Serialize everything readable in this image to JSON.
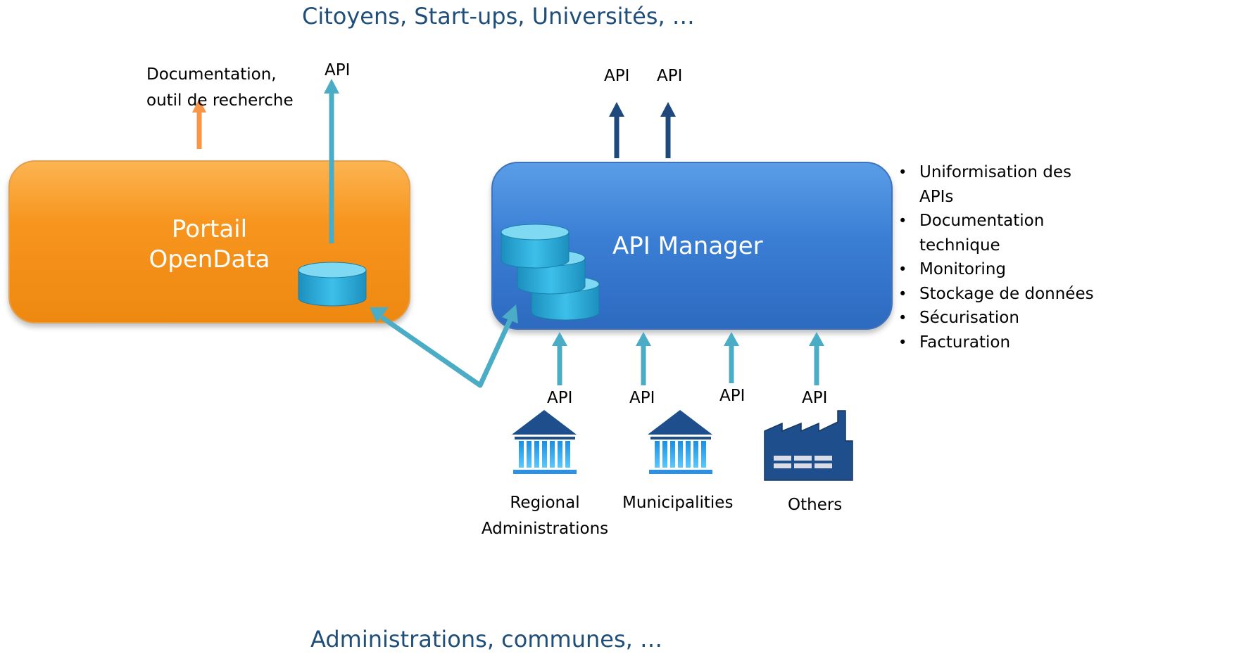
{
  "diagram": {
    "top_title": "Citoyens, Start-ups, Universités, …",
    "bottom_title": "Administrations, communes, …",
    "portal": {
      "label_line1": "Portail",
      "label_line2": "OpenData",
      "doc_label_line1": "Documentation,",
      "doc_label_line2": "outil de recherche",
      "api_label": "API"
    },
    "manager": {
      "label": "API Manager",
      "api_out_labels": [
        "API",
        "API"
      ],
      "features": [
        "Uniformisation des APIs",
        "Documentation technique",
        "Monitoring",
        "Stockage de données",
        "Sécurisation",
        "Facturation"
      ]
    },
    "sources": {
      "api_labels": [
        "API",
        "API",
        "API",
        "API"
      ],
      "regional_line1": "Regional",
      "regional_line2": "Administrations",
      "municipalities": "Municipalities",
      "others": "Others"
    }
  },
  "colors": {
    "portal_orange": "#f7951e",
    "manager_blue": "#3a7fd5",
    "arrow_teal": "#4bacc6",
    "arrow_navy": "#1f497d",
    "arrow_orange": "#f79646",
    "title_blue": "#1f4e79",
    "building_blue": "#1f4e8c",
    "database_cyan": "#2aa9d6"
  },
  "icons": [
    "database-icon",
    "institution-building-icon",
    "factory-icon"
  ]
}
